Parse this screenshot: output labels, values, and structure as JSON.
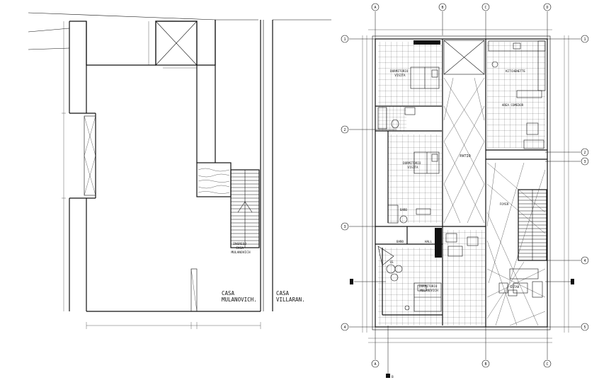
{
  "site_plan": {
    "house_left": [
      "CASA",
      "MULANOVICH."
    ],
    "house_right": [
      "CASA",
      "VILLARAN."
    ],
    "entrance": [
      "INGRESO",
      "CASA",
      "MULANOVICH"
    ]
  },
  "floor_plan": {
    "rooms": {
      "bedroom_top": [
        "DORMITORIO",
        "VISITA"
      ],
      "kitchen": "KITCHENETTE",
      "dining": "AREA COMEDOR",
      "patio": "PATIO",
      "bedroom_mid": [
        "DORMITORIO",
        "VISITA"
      ],
      "bath_mid": "BAÑO",
      "hall": "HALL",
      "bath_low": "BAÑO",
      "ss": "SS",
      "bedroom_main": [
        "DORMITORIO",
        "MULANOVICH"
      ],
      "living": "ESTAR",
      "foyer": "FOYER"
    },
    "axis_top": [
      "A",
      "B",
      "C",
      "D"
    ],
    "axis_bottom": [
      "A",
      "B",
      "C"
    ],
    "axis_left": [
      "1",
      "2",
      "3",
      "4"
    ],
    "axis_right": [
      "1",
      "2",
      "3",
      "4",
      "5"
    ],
    "section_mark": "B"
  }
}
